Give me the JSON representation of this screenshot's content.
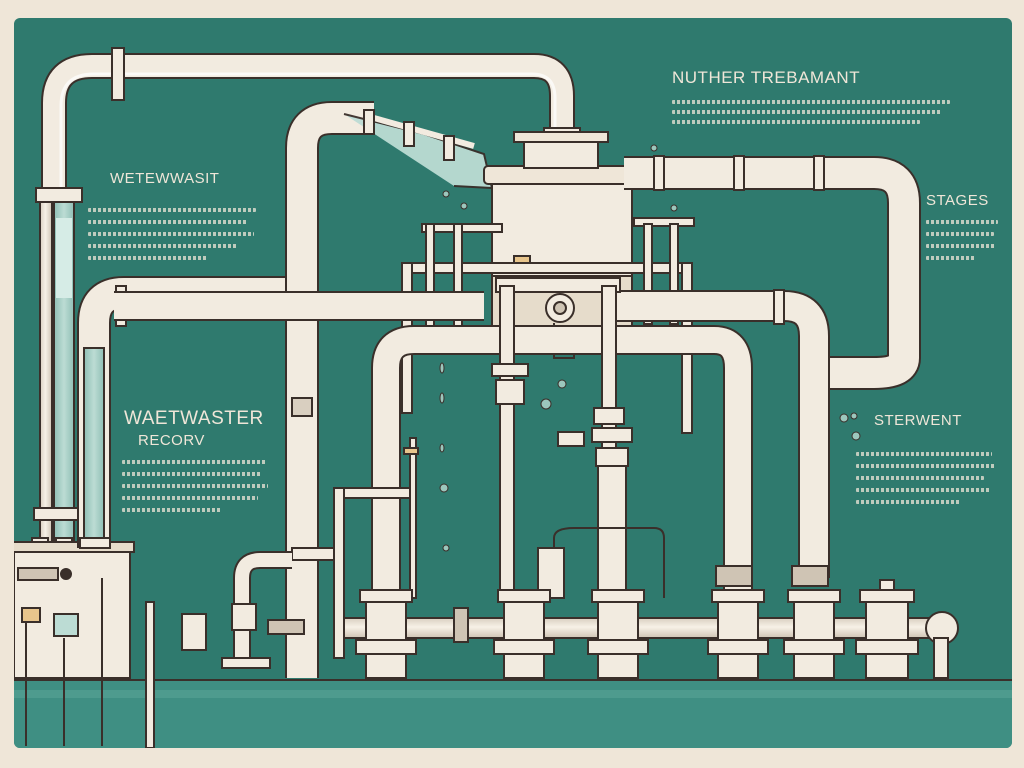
{
  "labels": {
    "top_right_title": "NUTHER TREBAMANT",
    "left_upper": "WETEWWASIT",
    "left_lower_line1": "WAETWASTER",
    "left_lower_line2": "RECORV",
    "right_upper": "STAGES",
    "right_lower": "STERWENT"
  },
  "colors": {
    "background": "#2f7a6e",
    "frame": "#efe6d8",
    "pipe_fill": "#f2ebe0",
    "pipe_outline": "#3a2f2a",
    "water": "#9cc7bd",
    "ground": "#3f8f83"
  }
}
